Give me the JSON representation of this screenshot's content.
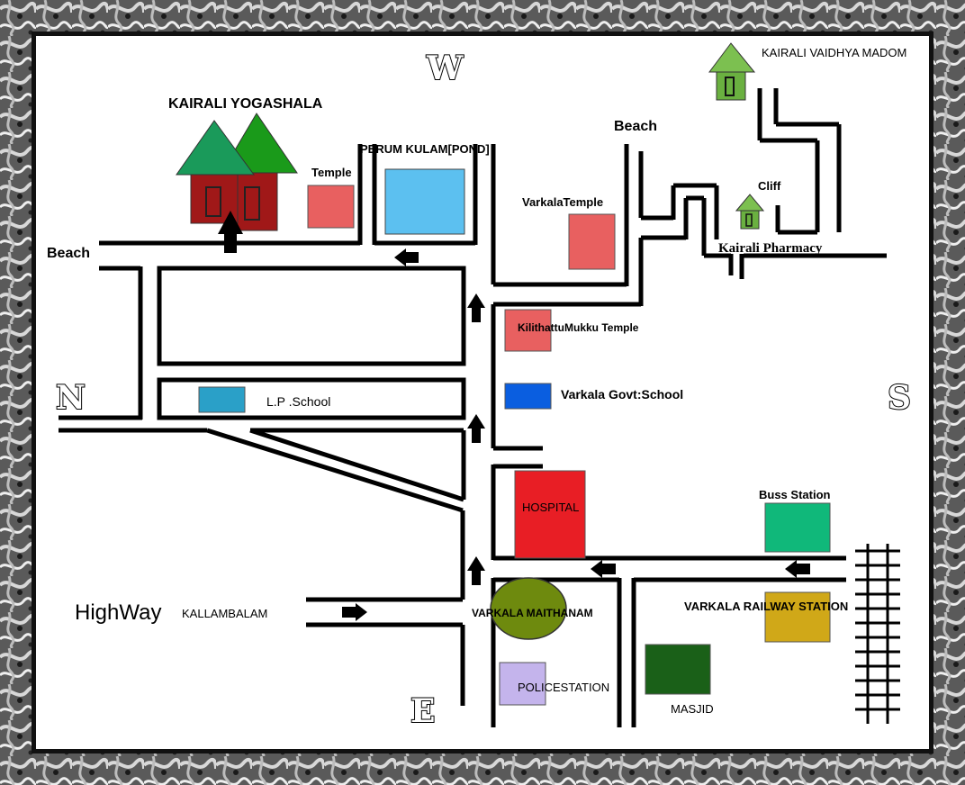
{
  "compass": {
    "north": "N",
    "south": "S",
    "west": "W",
    "east": "E"
  },
  "labels": {
    "kairali_yogashala": "KAIRALI YOGASHALA",
    "perum_kulam": "PERUM KULAM[POND]",
    "temple": "Temple",
    "beach_top": "Beach",
    "beach_left": "Beach",
    "kairali_vaidhya_madom": "KAIRALI VAIDHYA MADOM",
    "cliff": "Cliff",
    "kairali_pharmacy": "Kairali Pharmacy",
    "varkala_temple": "VarkalaTemple",
    "kilithattumukku_temple": "KilithattuMukku Temple",
    "varkala_govt_school": "Varkala Govt:School",
    "lp_school": "L.P .School",
    "hospital": "HOSPITAL",
    "buss_station": "Buss Station",
    "varkala_railway_station": "VARKALA RAILWAY STATION",
    "varkala_maithanam": "VARKALA MAITHANAM",
    "highway": "HighWay",
    "kallambalam": "KALLAMBALAM",
    "policestation": "POLICESTATION",
    "masjid": "MASJID"
  },
  "colors": {
    "temple": "#e86060",
    "pond": "#5cc0f0",
    "lp_school": "#2aa0c8",
    "govt_school": "#0a5ee0",
    "hospital": "#e81e25",
    "buss_station": "#10b87a",
    "railway_station": "#d0a818",
    "maithanam": "#6e8a0e",
    "policestation": "#c4b4ec",
    "masjid": "#1a6018",
    "yogashala_roof_1": "#1a9a5a",
    "yogashala_roof_2": "#1a9a1a",
    "yogashala_walls": "#a01818",
    "vaidhya_house": "#6ab040"
  }
}
